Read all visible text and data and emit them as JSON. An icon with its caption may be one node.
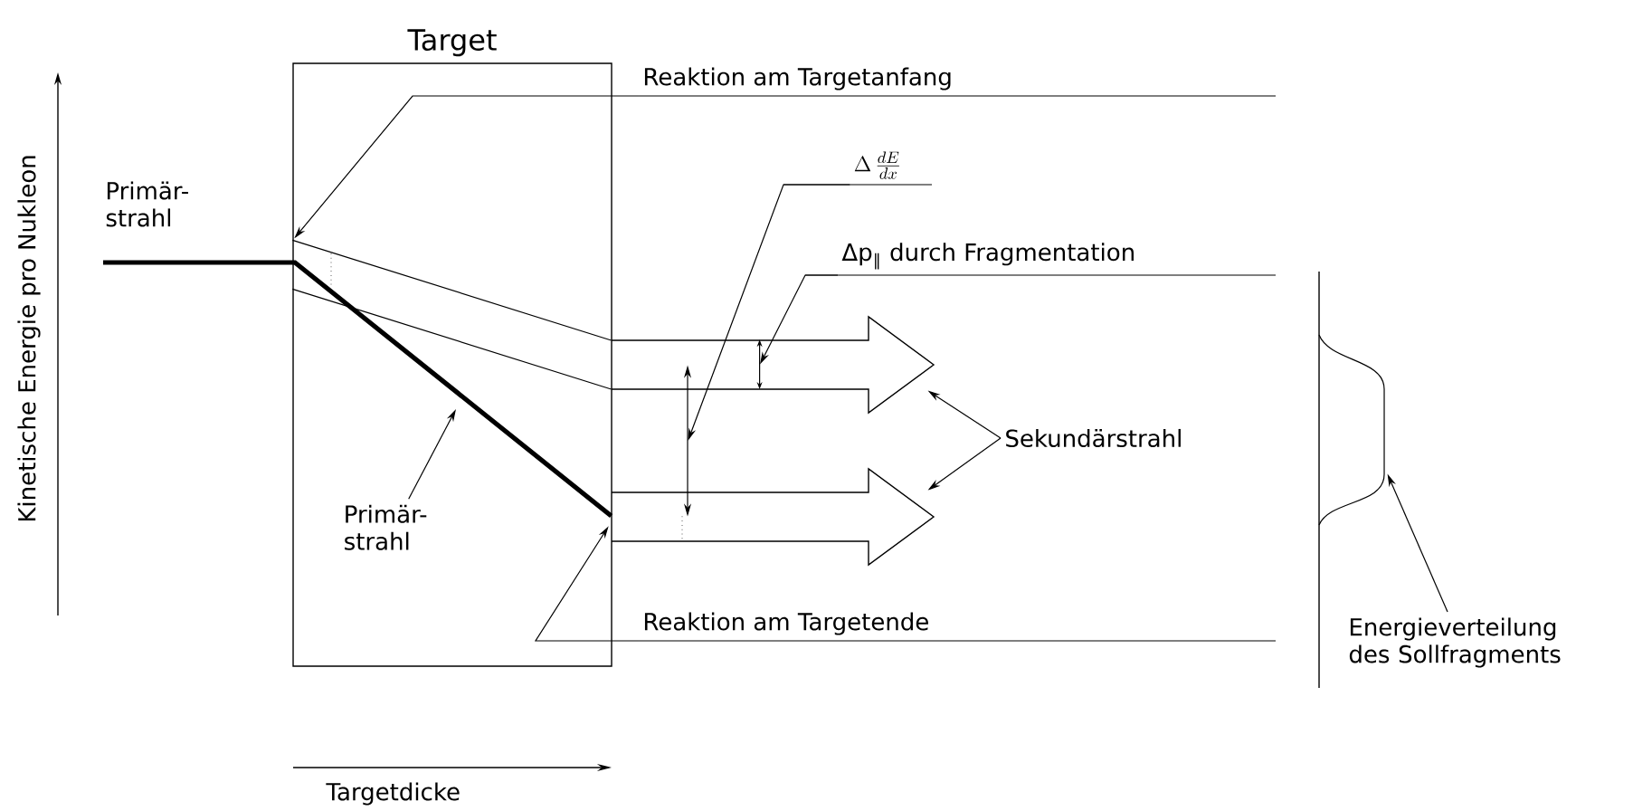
{
  "diagram": {
    "nodes": [
      {
        "text": [
          "Target"
        ]
      },
      {
        "text": [
          "Reaktion am Targetanfang"
        ]
      },
      {
        "text": [
          "\\Delta\\,\\frac{dE}{dx}"
        ]
      },
      {
        "text": [
          "Δp$_{∥}$ durch Fragmentation"
        ]
      },
      {
        "text": [],
        "shape": "arrow"
      },
      {
        "text": [],
        "shape": "arrow"
      },
      {
        "text": [
          "Sekundärstrahl"
        ]
      },
      {
        "text": [
          "Primär- strahl"
        ],
        "in": 0
      },
      {
        "text": [
          "Reaktion am Targetende"
        ]
      },
      {
        "text": [
          "Energieverteilung des Sollfragments"
        ]
      },
      {
        "text": [],
        "shape": "arrow"
      },
      {
        "text": [],
        "shape": "arrow",
        "in": 4
      },
      {
        "text": [],
        "shape": "curve"
      }
    ],
    "edges": [
      {
        "from": 1,
        "to": 0,
        "arrow": "to"
      },
      {
        "from": 2,
        "to": 10,
        "arrow": "to"
      },
      {
        "from": 3,
        "to": 11,
        "arrow": "to"
      },
      {
        "from": 6,
        "to": 4,
        "arrow": "to"
      },
      {
        "from": 6,
        "to": 5,
        "arrow": "to"
      },
      {
        "from": 7,
        "to": null,
        "arrow": "to"
      },
      {
        "from": 8,
        "to": 0,
        "arrow": "to"
      },
      {
        "from": 9,
        "to": 12,
        "arrow": "to"
      },
      {
        "from": null,
        "to": 5,
        "arrow": "none",
        "style": "thick"
      },
      {
        "from": 0,
        "to": 4,
        "arrow": "none"
      },
      {
        "from": 0,
        "to": 4,
        "arrow": "none"
      }
    ],
    "labels": [
      "Kinetische Energie pro Nukleon",
      "Primär- strahl",
      "Targetdicke"
    ]
  }
}
